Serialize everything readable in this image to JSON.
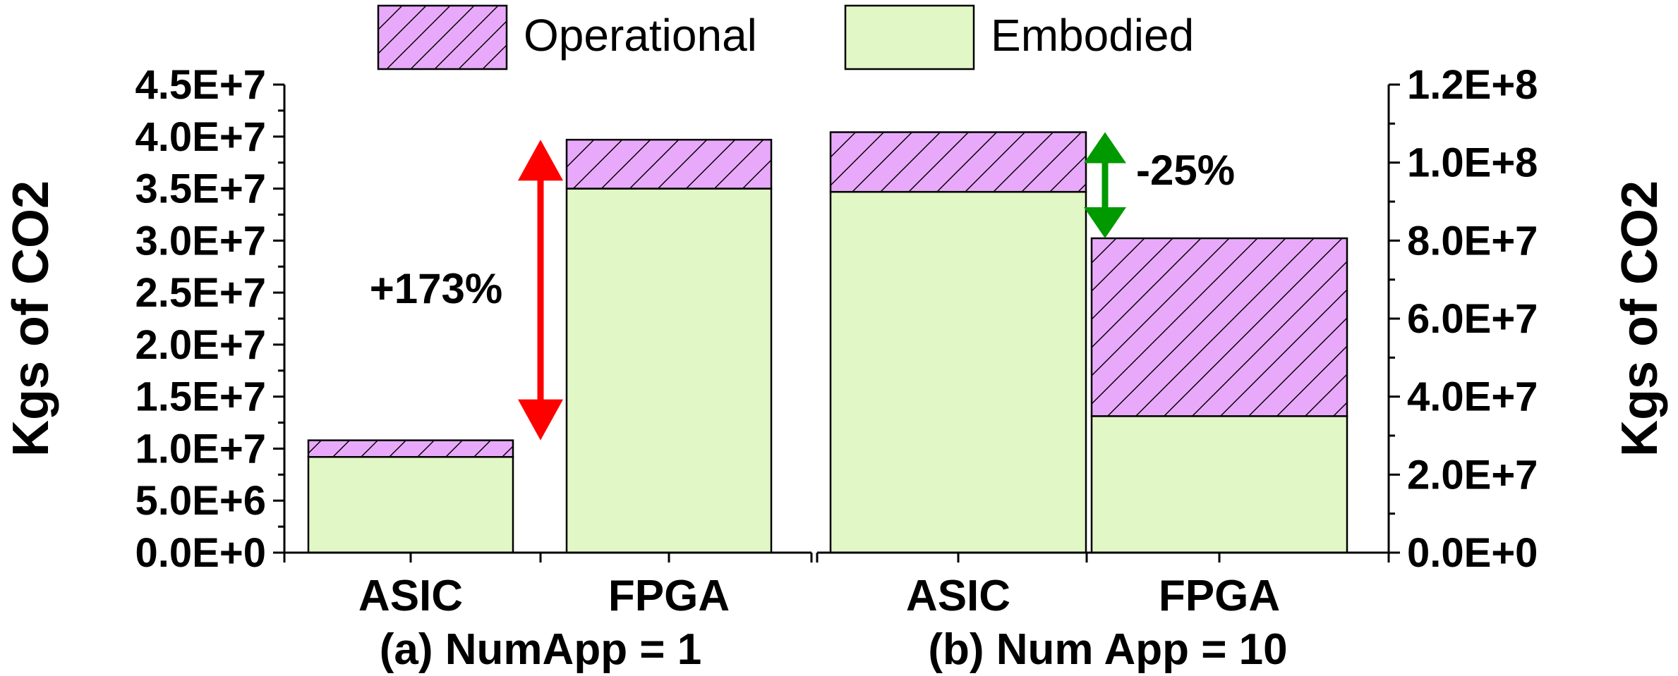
{
  "legend": {
    "placement": "top-center",
    "items": [
      {
        "key": "operational",
        "label": "Operational",
        "color": "#E9A9FA",
        "pattern": "diagonal-hatch"
      },
      {
        "key": "embodied",
        "label": "Embodied",
        "color": "#E2F7C6",
        "pattern": "solid"
      }
    ]
  },
  "chart_data": [
    {
      "type": "bar",
      "stacked": true,
      "subtitle": "(a) NumApp = 1",
      "categories": [
        "ASIC",
        "FPGA"
      ],
      "series": [
        {
          "name": "Embodied",
          "values": [
            9200000,
            35000000
          ]
        },
        {
          "name": "Operational",
          "values": [
            1600000,
            4700000
          ]
        }
      ],
      "ylabel": "Kgs of CO2",
      "ylim": [
        0,
        45000000
      ],
      "yticks": [
        0,
        5000000,
        10000000,
        15000000,
        20000000,
        25000000,
        30000000,
        35000000,
        40000000,
        45000000
      ],
      "ytick_labels": [
        "0.0E+0",
        "5.0E+6",
        "1.0E+7",
        "1.5E+7",
        "2.0E+7",
        "2.5E+7",
        "3.0E+7",
        "3.5E+7",
        "4.0E+7",
        "4.5E+7"
      ],
      "y_axis_side": "left",
      "annotation": {
        "text": "+173%",
        "color": "#FF0000",
        "from": 10800000,
        "to": 39700000
      },
      "grid": false
    },
    {
      "type": "bar",
      "stacked": true,
      "subtitle": "(b) Num App = 10",
      "categories": [
        "ASIC",
        "FPGA"
      ],
      "series": [
        {
          "name": "Embodied",
          "values": [
            92500000,
            35000000
          ]
        },
        {
          "name": "Operational",
          "values": [
            15300000,
            45600000
          ]
        }
      ],
      "ylabel": "Kgs of CO2",
      "ylim": [
        0,
        120000000
      ],
      "yticks": [
        0,
        20000000,
        40000000,
        60000000,
        80000000,
        100000000,
        120000000
      ],
      "ytick_labels": [
        "0.0E+0",
        "2.0E+7",
        "4.0E+7",
        "6.0E+7",
        "8.0E+7",
        "1.0E+8",
        "1.2E+8"
      ],
      "y_axis_side": "right",
      "annotation": {
        "text": "-25%",
        "color": "#009900",
        "from": 107800000,
        "to": 80600000
      },
      "grid": false
    }
  ]
}
